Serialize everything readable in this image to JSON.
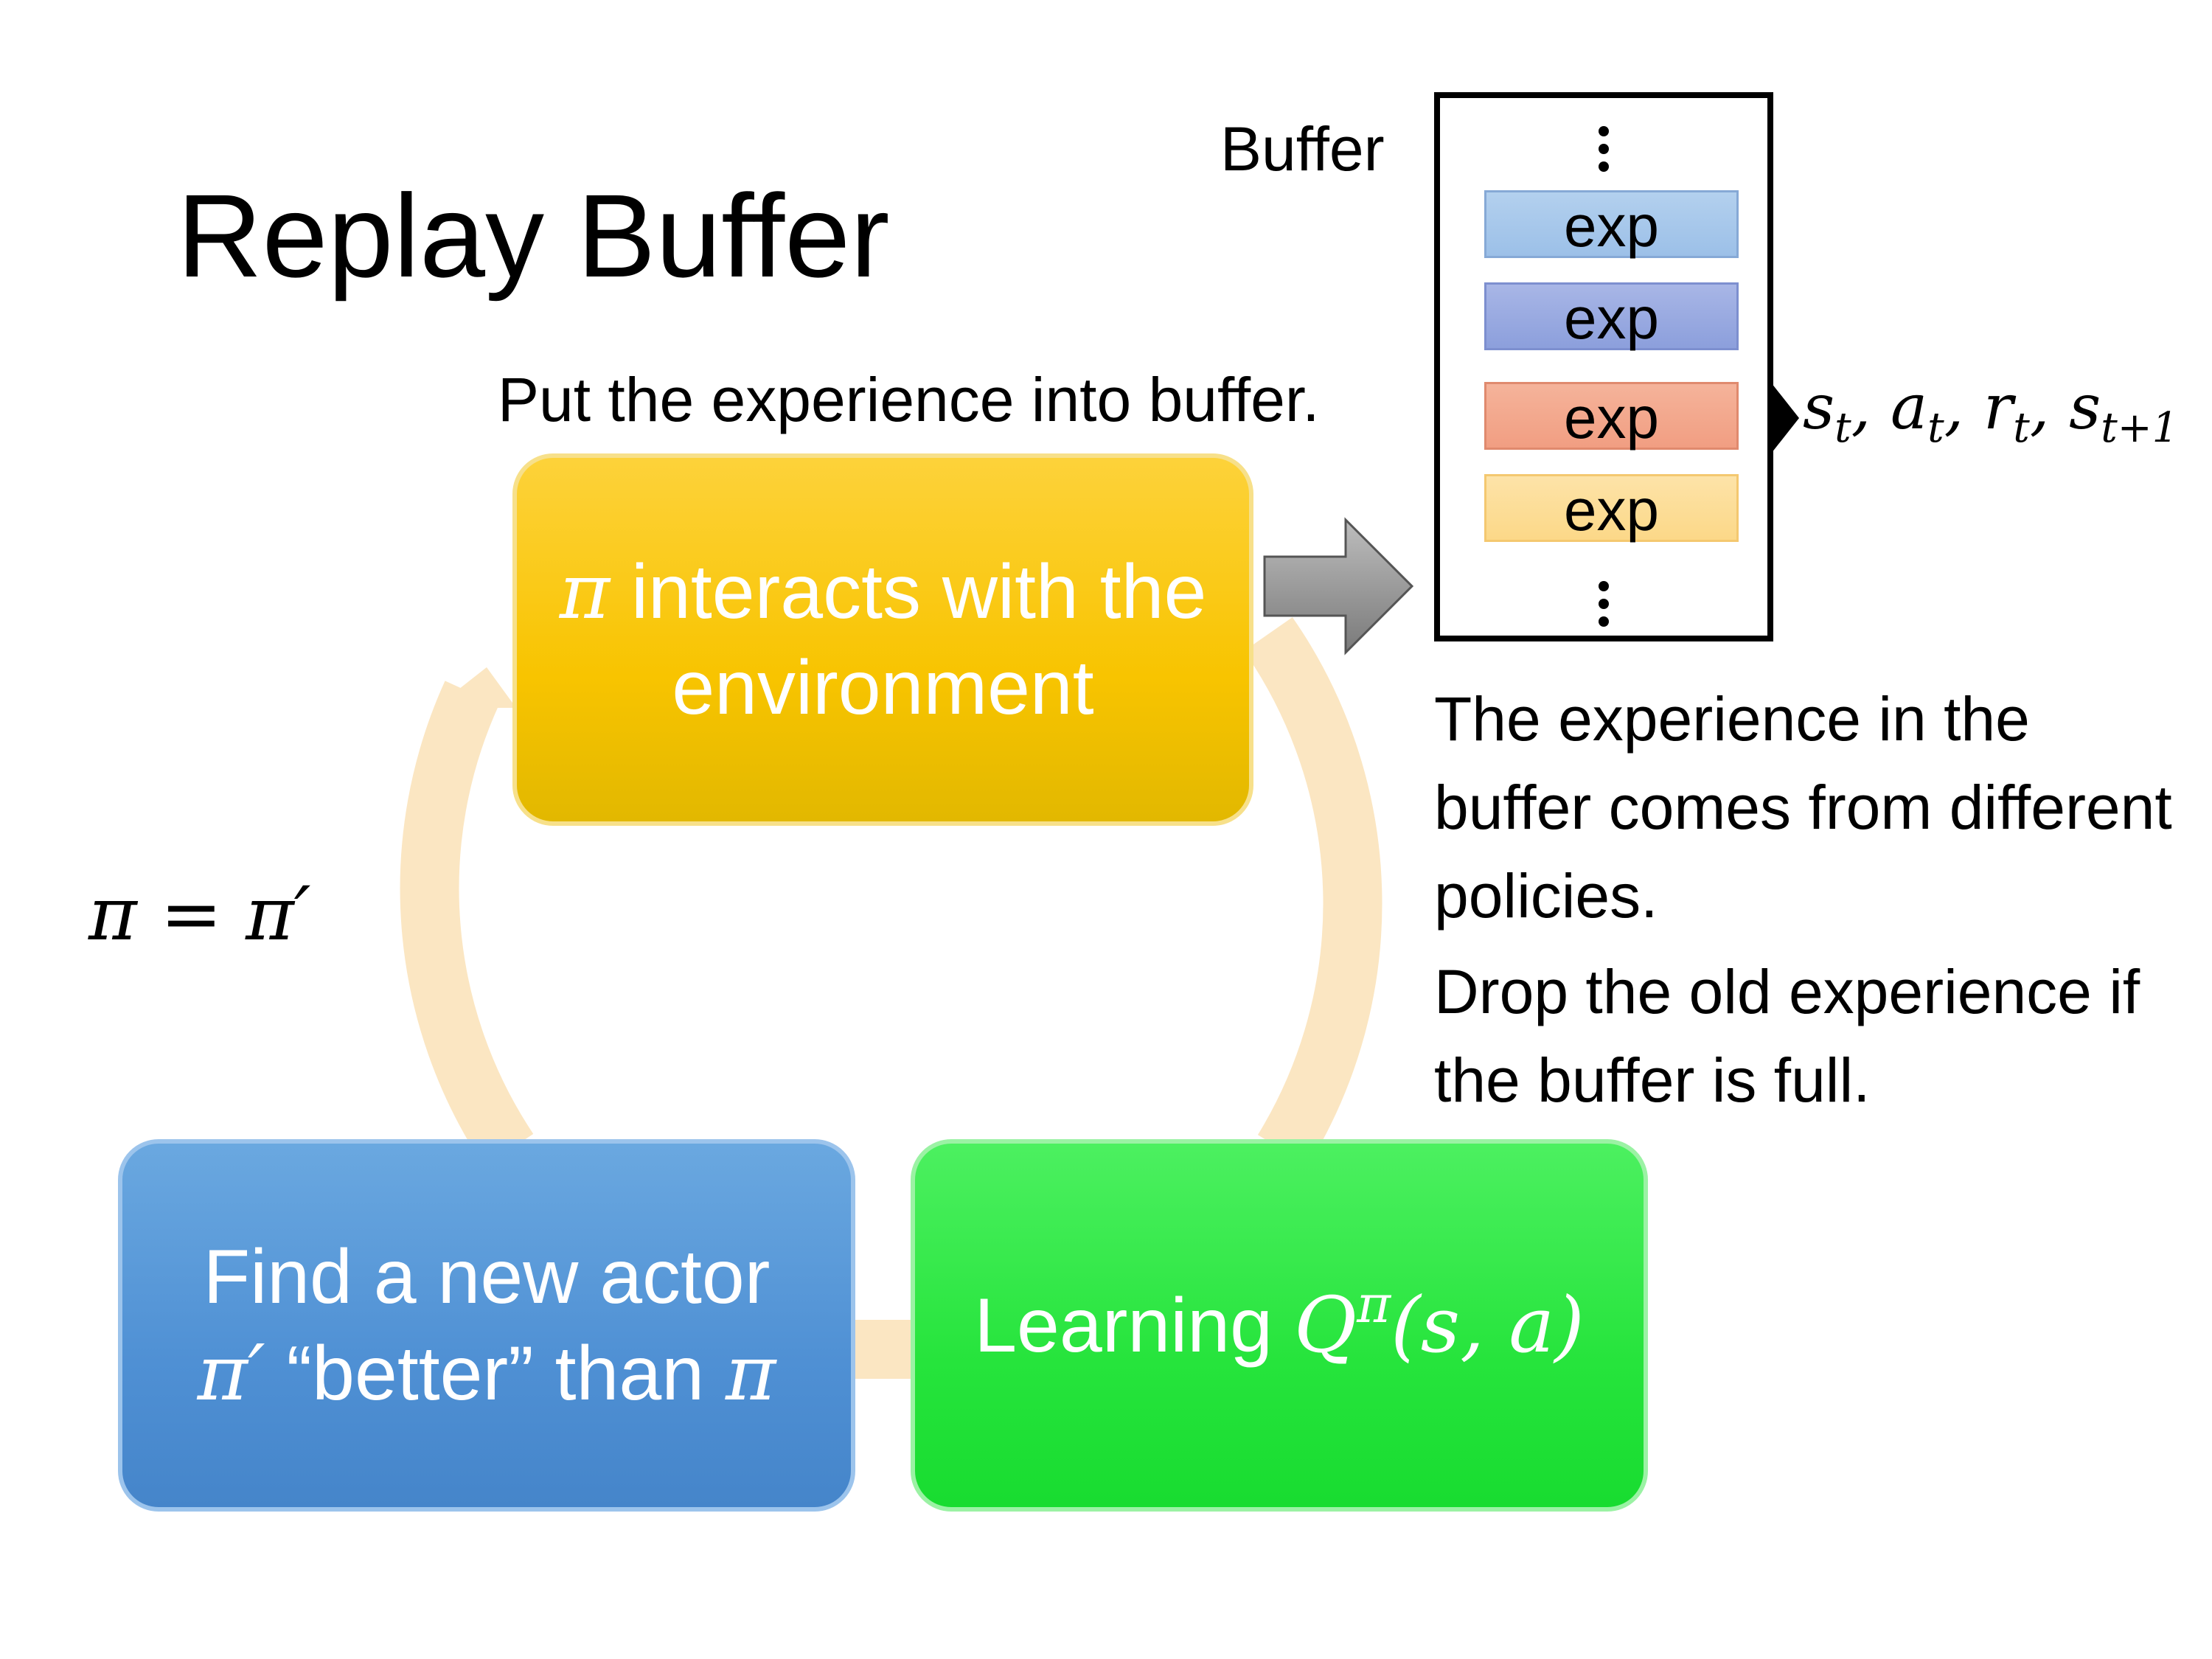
{
  "slide": {
    "title": "Replay Buffer"
  },
  "buffer": {
    "label": "Buffer",
    "put_label": "Put the experience into buffer.",
    "entries": [
      "exp",
      "exp",
      "exp",
      "exp"
    ],
    "tuple_parts": [
      {
        "base": "s",
        "sub": "t",
        "sep": ", "
      },
      {
        "base": "a",
        "sub": "t",
        "sep": ", "
      },
      {
        "base": "r",
        "sub": "t",
        "sep": ", "
      },
      {
        "base": "s",
        "sub": "t+1",
        "sep": ""
      }
    ]
  },
  "notes": {
    "source": "The experience in the buffer comes from different policies.",
    "drop": "Drop the old experience if the buffer is full."
  },
  "cycle": {
    "interact": {
      "pi": "π",
      "text": " interacts with the environment"
    },
    "learning": {
      "text": "Learning ",
      "q": "Q",
      "sup": "π",
      "args": "(s, a)"
    },
    "actor": {
      "line1": "Find a new actor",
      "pi_prime": "π′",
      "middle": " “better” than ",
      "pi": "π"
    },
    "update_eq": "π = π′"
  },
  "colors": {
    "interact": "#f8c400",
    "learning": "#26e43c",
    "actor": "#4f90d4",
    "cycle_arrow": "#fbe6c2",
    "gray_arrow": "#8a8a8a"
  }
}
